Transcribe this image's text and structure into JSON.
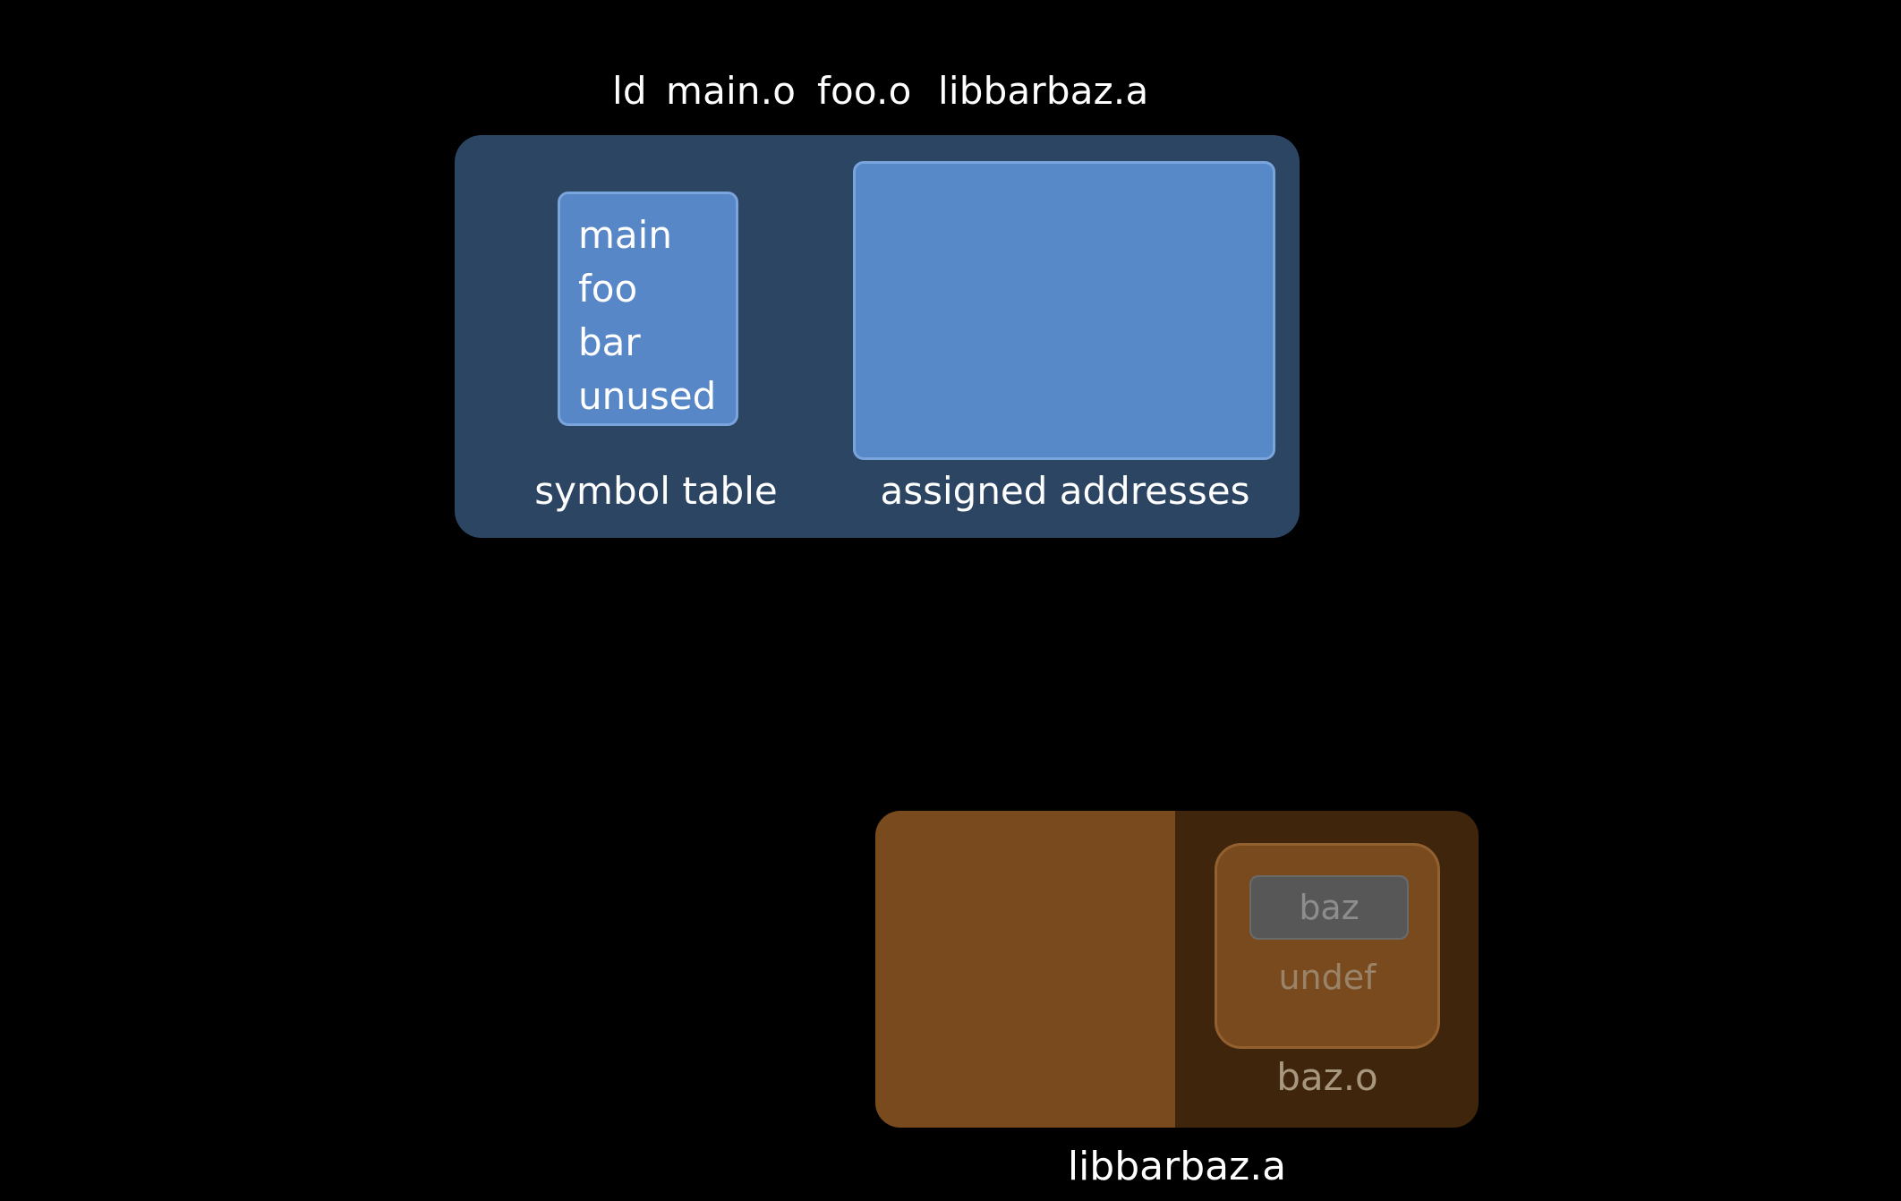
{
  "command": {
    "program": "ld",
    "args": [
      "main.o",
      "foo.o",
      "libbarbaz.a"
    ]
  },
  "linker": {
    "symbol_table": {
      "symbols": [
        "main",
        "foo",
        "bar",
        "unused"
      ],
      "caption": "symbol table"
    },
    "assigned_addresses": {
      "caption": "assigned addresses"
    }
  },
  "archive": {
    "name": "libbarbaz.a",
    "member": {
      "name": "baz.o",
      "symbol": "baz",
      "status": "undef"
    }
  },
  "colors": {
    "background": "#000000",
    "linker_panel": "#2c4563",
    "blue_box": "#5787c6",
    "archive_dark": "#3f250c",
    "archive_light": "#7a4a1f",
    "symbol_chip": "#575757"
  }
}
